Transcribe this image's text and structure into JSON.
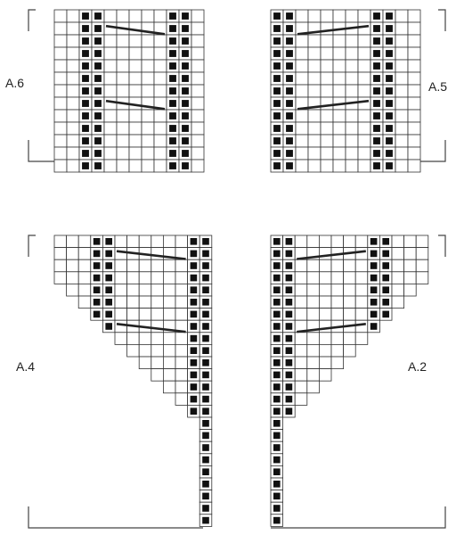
{
  "colors": {
    "grid_line": "#333333",
    "stitch_fill": "#111111",
    "cable_line": "#222222",
    "bracket": "#444444",
    "background": "#ffffff"
  },
  "diagrams": [
    {
      "id": "A.6",
      "label": "A.6",
      "rows": 13,
      "shape": "rectangle",
      "cols": 12,
      "purl_columns": [
        3,
        4,
        10,
        11
      ],
      "cable_rows": [
        1,
        7
      ]
    },
    {
      "id": "A.5",
      "label": "A.5",
      "rows": 13,
      "shape": "rectangle",
      "cols": 12,
      "purl_columns": [
        1,
        2,
        9,
        10
      ],
      "cable_rows": [
        1,
        7
      ]
    },
    {
      "id": "A.4",
      "label": "A.4",
      "rows": 24,
      "shape": "triangle-right-aligned",
      "cols": 13,
      "purl_columns": [
        4,
        5,
        12,
        13
      ],
      "cable_rows": [
        1,
        7
      ]
    },
    {
      "id": "A.2",
      "label": "A.2",
      "rows": 24,
      "shape": "triangle-left-aligned",
      "cols": 13,
      "purl_columns": [
        1,
        2,
        9,
        10
      ],
      "cable_rows": [
        1,
        7
      ]
    }
  ]
}
